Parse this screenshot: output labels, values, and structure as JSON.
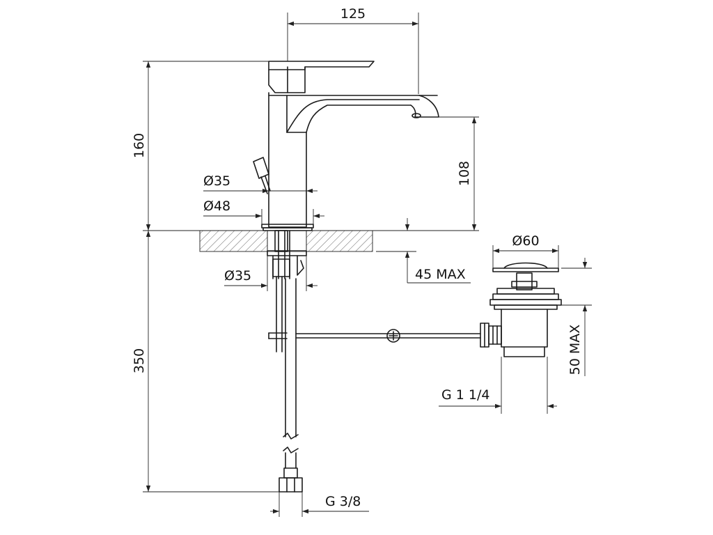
{
  "colors": {
    "line": "#1a1a1a",
    "hatch": "#555555",
    "background": "#ffffff"
  },
  "dimensions": {
    "width_spout": "125",
    "height_total": "160",
    "height_spout": "108",
    "dia_base_upper": "Ø35",
    "dia_base_flange": "Ø48",
    "dia_shank": "Ø35",
    "deck_thickness": "45 MAX",
    "waste_flange_dia": "Ø60",
    "waste_height": "50 MAX",
    "waste_thread": "G 1 1/4",
    "hose_length": "350",
    "hose_thread": "G 3/8"
  }
}
